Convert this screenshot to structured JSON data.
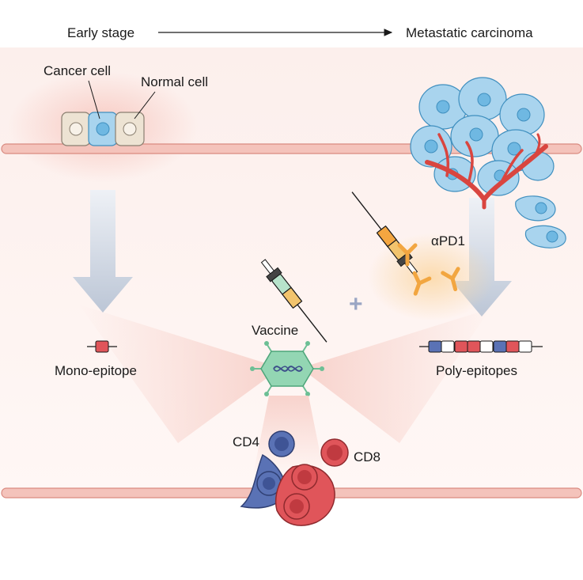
{
  "header": {
    "left": "Early stage",
    "right": "Metastatic carcinoma"
  },
  "cells": {
    "cancer_label": "Cancer cell",
    "normal_label": "Normal cell"
  },
  "treatments": {
    "vaccine_label": "Vaccine",
    "antibody_label": "αPD1",
    "combine_symbol": "+"
  },
  "epitopes": {
    "mono_label": "Mono-epitope",
    "poly_label": "Poly-epitopes"
  },
  "t_cells": {
    "cd4_label": "CD4",
    "cd8_label": "CD8"
  },
  "colors": {
    "membrane": "#f4c3bb",
    "membrane_edge": "#d98a80",
    "cancer_blue": "#a9d4ee",
    "cancer_edge": "#3f8fbf",
    "normal_beige": "#ede3d3",
    "vessel_red": "#d9453f",
    "cd4_blue": "#5a72b5",
    "cd8_red": "#e0555a",
    "antibody_orange": "#f2a640",
    "vaccine_green": "#93d6b3",
    "arrow_gray": "#c9d2e0"
  }
}
